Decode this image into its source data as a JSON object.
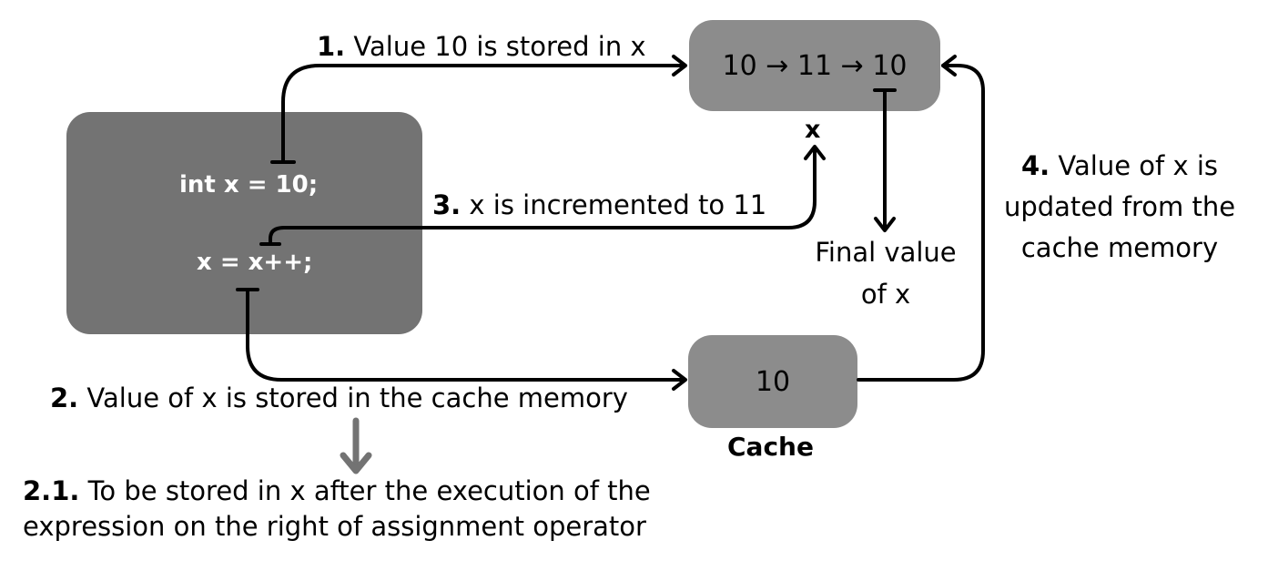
{
  "code": {
    "line1": "int x = 10;",
    "line2": "x = x++;"
  },
  "x_box": {
    "value_sequence": "10 → 11 → 10",
    "caption": "x"
  },
  "cache_box": {
    "value": "10",
    "caption": "Cache"
  },
  "steps": {
    "step1": {
      "number": "1.",
      "text": " Value 10 is stored in x"
    },
    "step2": {
      "number": "2.",
      "text": " Value of x is stored in the cache memory"
    },
    "step2_1": {
      "number": "2.1.",
      "text_line1": " To be stored in x after the execution of the",
      "text_line2": "expression on the right of assignment operator"
    },
    "step3": {
      "number": "3.",
      "text": " x is incremented to 11"
    },
    "step4": {
      "number": "4.",
      "text_line1": " Value of x is",
      "text_line2": "updated from the",
      "text_line3": "cache memory"
    }
  },
  "final_value": {
    "line1": "Final value",
    "line2": "of x"
  },
  "colors": {
    "code_box": "#737373",
    "value_box": "#8c8c8c",
    "arrow": "#000000",
    "side_arrow": "#737373"
  }
}
